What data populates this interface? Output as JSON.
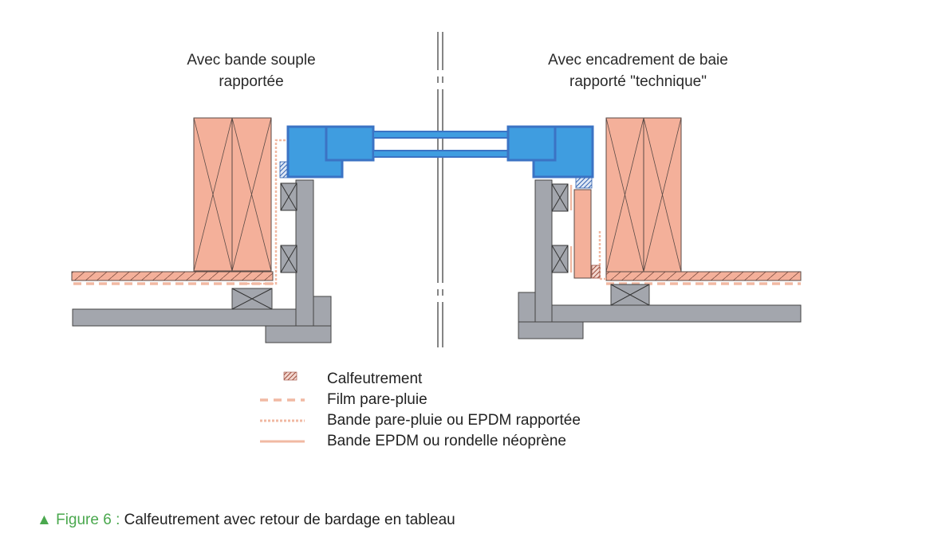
{
  "titles": {
    "left_line1": "Avec bande souple",
    "left_line2": "rapportée",
    "right_line1": "Avec encadrement de baie",
    "right_line2": "rapporté \"technique\""
  },
  "legend": [
    {
      "key": "calfeutrement",
      "label": "Calfeutrement"
    },
    {
      "key": "film",
      "label": "Film pare-pluie"
    },
    {
      "key": "bande_rapportee",
      "label": "Bande pare-pluie ou EPDM rapportée"
    },
    {
      "key": "bande_epdm",
      "label": "Bande EPDM ou rondelle néoprène"
    }
  ],
  "caption": {
    "marker": "▲",
    "figure": "Figure 6 :",
    "text": "Calfeutrement avec retour de bardage en tableau"
  },
  "colors": {
    "wood": "#f4b09a",
    "steel": "#a3a6ad",
    "frame_fill": "#3f9de0",
    "frame_stroke": "#3b73c4",
    "film": "#f1b9a3",
    "calfeutrement": "#9b4a3a",
    "accent": "#4aa84e"
  }
}
